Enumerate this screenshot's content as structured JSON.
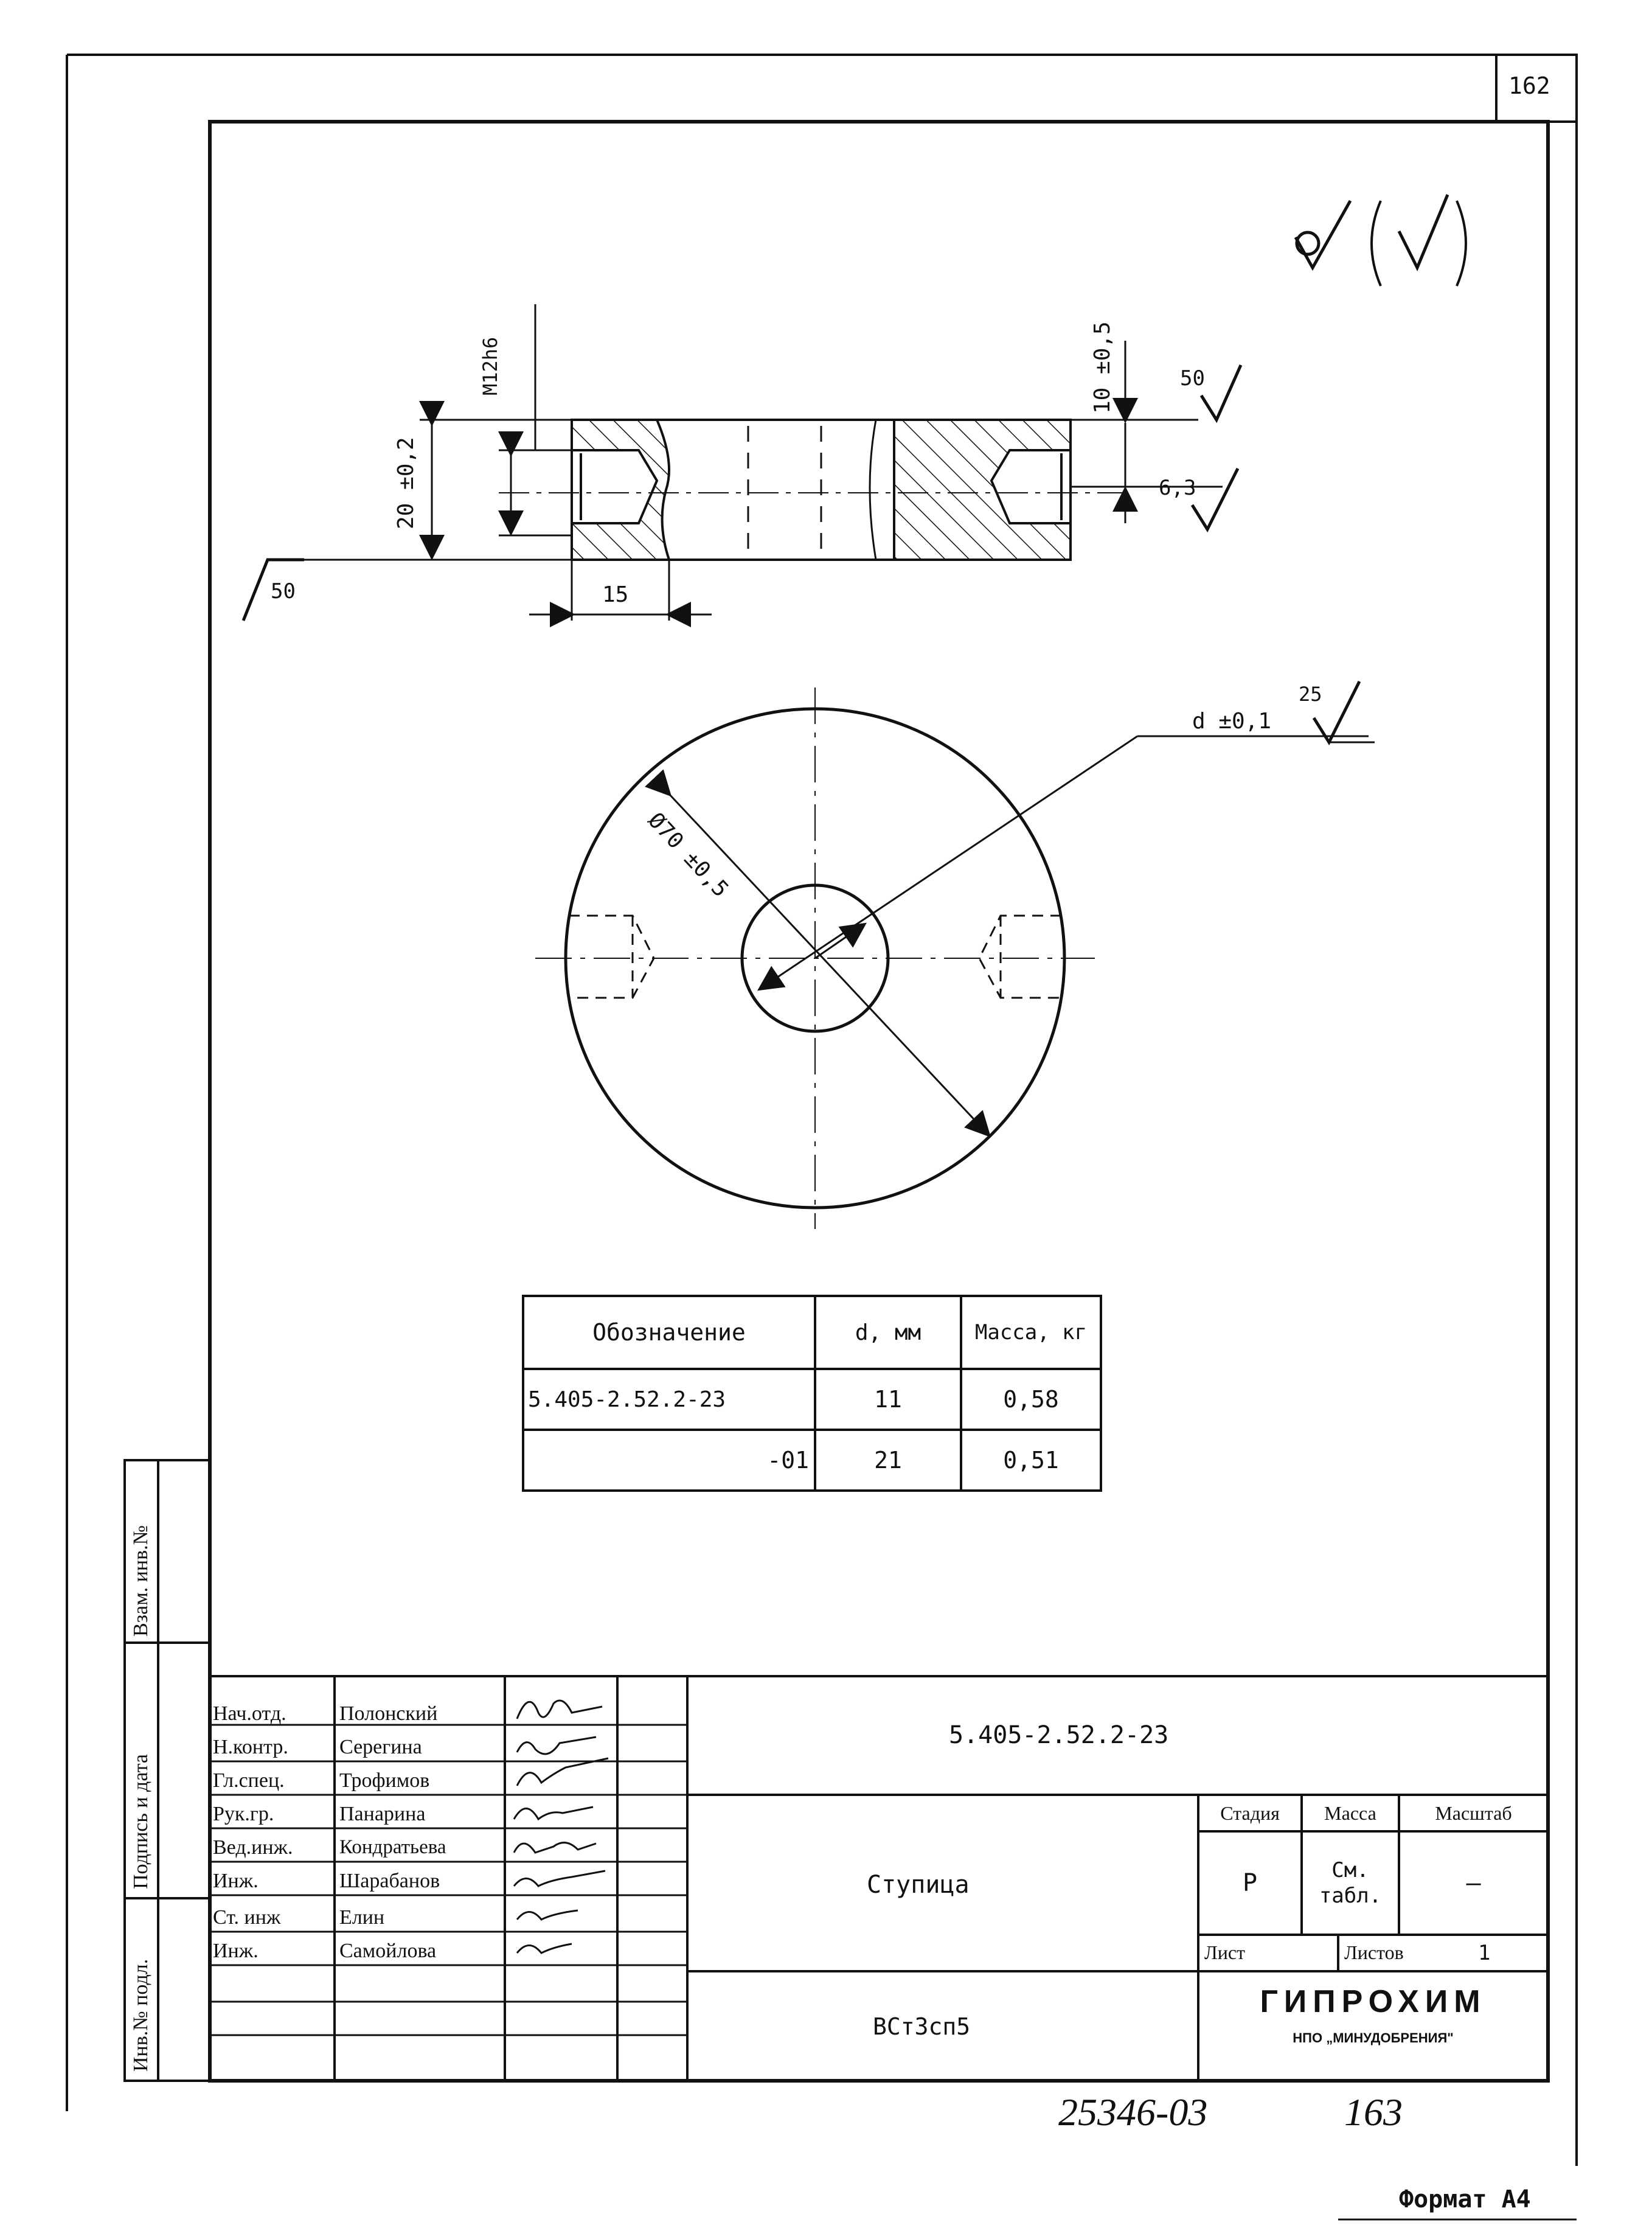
{
  "sheet": {
    "sheet_number_top": "162",
    "bottom_code": "25346-03",
    "bottom_page": "163",
    "format": "Формат А4"
  },
  "roughness": {
    "general_symbol": "(√)",
    "top_right_mark": "50",
    "hole_mark": "6,3",
    "left_mark": "50",
    "diameter_mark": "25"
  },
  "dimensions": {
    "thread": "M12h6",
    "height": "20 ±0,2",
    "top_offset": "10 ±0,5",
    "width": "15",
    "outer_diameter": "Ø70 ±0,5",
    "inner_diameter": "d ±0,1"
  },
  "spec_table": {
    "headers": [
      "Обозначение",
      "d, мм",
      "Масса, кг"
    ],
    "rows": [
      [
        "5.405-2.52.2-23",
        "11",
        "0,58"
      ],
      [
        "-01",
        "21",
        "0,51"
      ]
    ]
  },
  "left_stamp": {
    "labels": [
      "Инв.№ подл.",
      "Подпись и дата",
      "Взам. инв.№"
    ]
  },
  "title_block": {
    "roles": [
      "Нач.отд.",
      "Н.контр.",
      "Гл.спец.",
      "Рук.гр.",
      "Вед.инж.",
      "Инж.",
      "Ст. инж",
      "Инж."
    ],
    "names": [
      "Полонский",
      "Серегина",
      "Трофимов",
      "Панарина",
      "Кондратьева",
      "Шарабанов",
      "Елин",
      "Самойлова"
    ],
    "doc_code": "5.405-2.52.2-23",
    "part_name": "Ступица",
    "material": "ВСт3сп5",
    "stage_header": "Стадия",
    "mass_header": "Масса",
    "scale_header": "Масштаб",
    "stage_value": "Р",
    "mass_value": "См. табл.",
    "scale_value": "—",
    "sheet_label": "Лист",
    "sheets_label": "Листов",
    "sheets_value": "1",
    "company": "ГИПРОХИМ",
    "company_sub": "НПО „МИНУДОБРЕНИЯ\""
  },
  "colors": {
    "ink": "#111111",
    "paper": "#ffffff"
  }
}
